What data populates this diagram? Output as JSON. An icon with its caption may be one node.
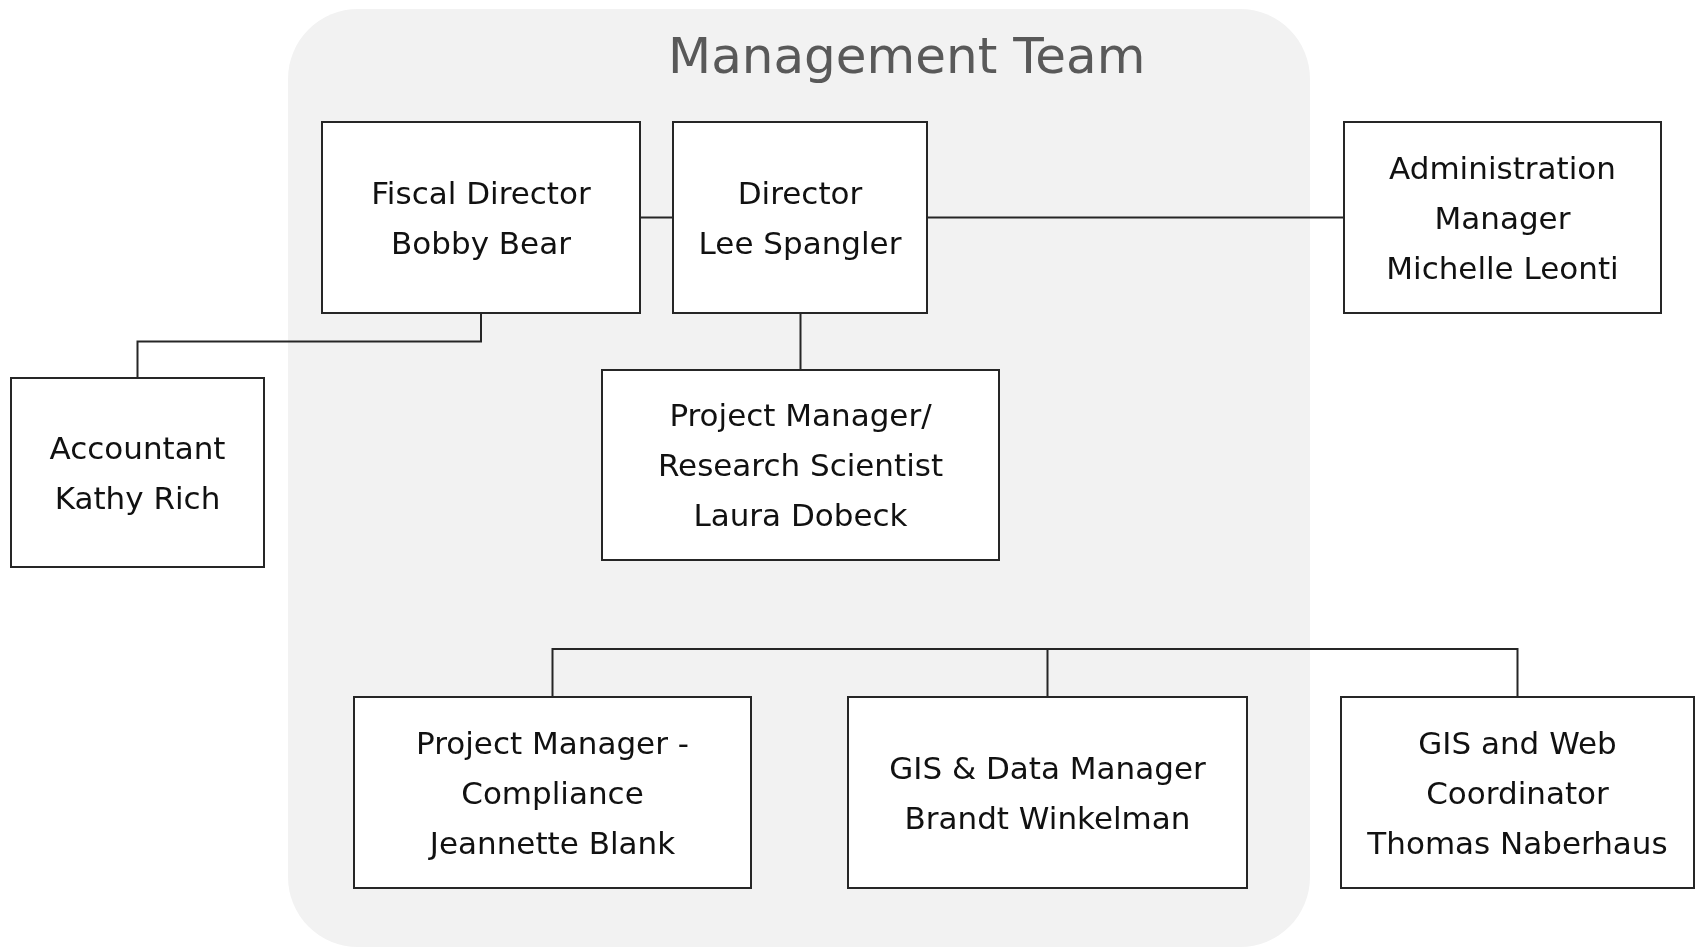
{
  "diagram": {
    "nodes": [
      {
        "text": [
          "Management Team"
        ]
      },
      {
        "text": [
          "Fiscal Director",
          "Bobby Bear"
        ],
        "in": 0
      },
      {
        "text": [
          "Director",
          "Lee Spangler"
        ],
        "in": 0
      },
      {
        "text": [
          "Administration Manager",
          "Michelle Leonti"
        ]
      },
      {
        "text": [
          "Accountant",
          "Kathy Rich"
        ]
      },
      {
        "text": [
          "Project Manager/ Research Scientist",
          "Laura Dobeck"
        ],
        "in": 0
      },
      {
        "text": [
          "Project Manager - Compliance",
          "Jeannette Blank"
        ],
        "in": 0
      },
      {
        "text": [
          "GIS & Data Manager",
          "Brandt Winkelman"
        ],
        "in": 0
      },
      {
        "text": [
          "GIS and Web Coordinator",
          "Thomas Naberhaus"
        ]
      }
    ],
    "edges": [
      {
        "from": 1,
        "to": 2,
        "arrow": "none"
      },
      {
        "from": 2,
        "to": 3,
        "arrow": "none"
      },
      {
        "from": 1,
        "to": 4,
        "arrow": "none"
      },
      {
        "from": 2,
        "to": 5,
        "arrow": "none"
      },
      {
        "from": null,
        "to": 6,
        "arrow": "none"
      },
      {
        "from": null,
        "to": 7,
        "arrow": "none"
      },
      {
        "from": null,
        "to": 8,
        "arrow": "none"
      }
    ]
  }
}
